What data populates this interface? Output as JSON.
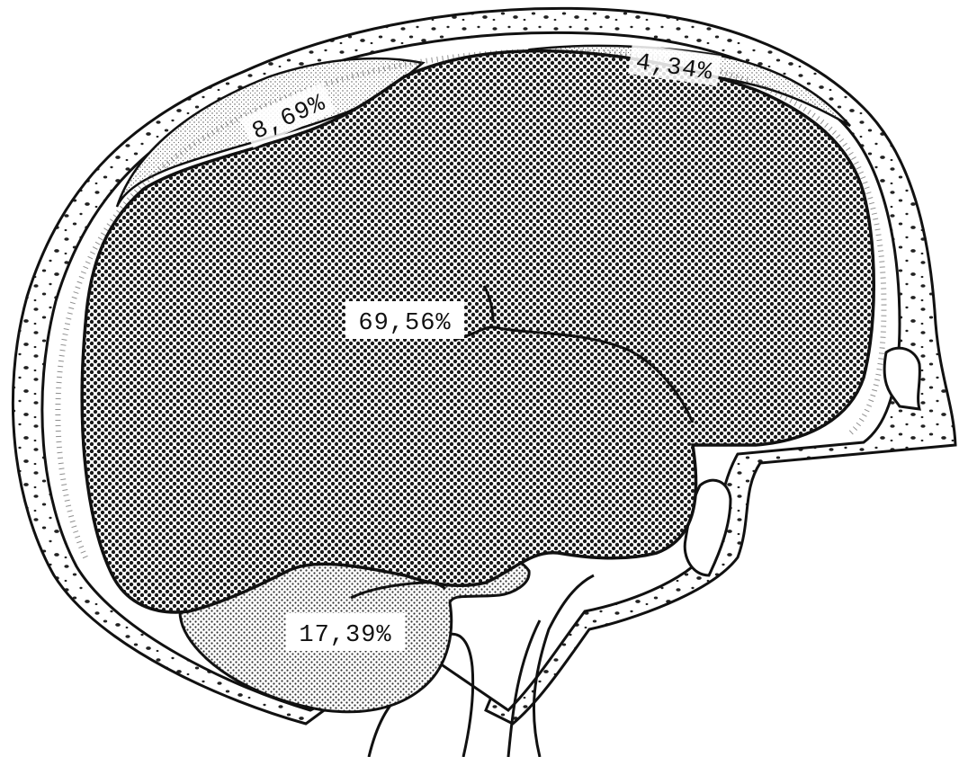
{
  "figure": {
    "regions": [
      {
        "id": "cerebrum",
        "label": "69,56%",
        "value_percent": 69.56
      },
      {
        "id": "cerebellum",
        "label": "17,39%",
        "value_percent": 17.39
      },
      {
        "id": "frontal-space",
        "label": "8,69%",
        "value_percent": 8.69
      },
      {
        "id": "occipital-space",
        "label": "4,34%",
        "value_percent": 4.34
      }
    ]
  }
}
